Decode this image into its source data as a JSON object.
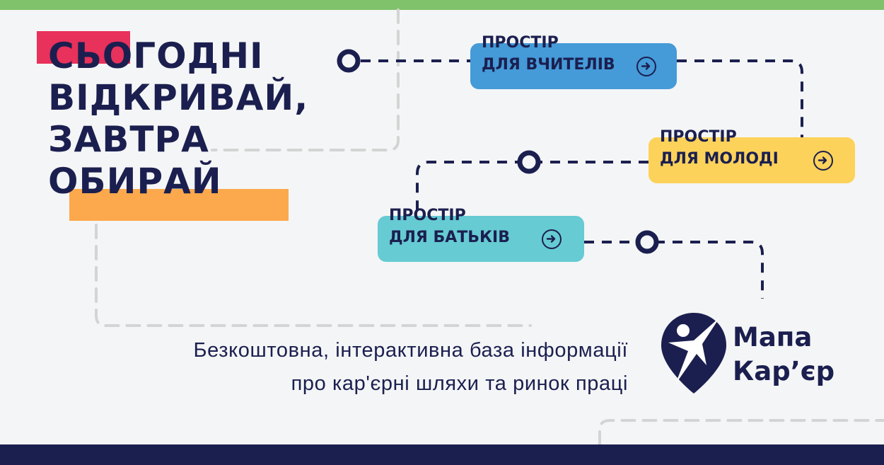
{
  "colors": {
    "background": "#f4f5f6",
    "top_bar": "#7fc26b",
    "bottom_bar": "#1b1f4f",
    "navy": "#1b1f4f",
    "accent_red": "#e8315b",
    "accent_orange": "#fba94c",
    "teachers_button": "#459ad8",
    "youth_button": "#fdd25a",
    "parents_button": "#66cbd3",
    "dashed_gray": "#d4d4d4"
  },
  "headline": {
    "lines": [
      "СЬОГОДНІ",
      "ВІДКРИВАЙ,",
      "ЗАВТРА",
      "ОБИРАЙ"
    ]
  },
  "buttons": {
    "teachers": {
      "line1": "ПРОСТІР",
      "line2": "ДЛЯ ВЧИТЕЛІВ",
      "icon": "arrow-right-circle-icon"
    },
    "youth": {
      "line1": "ПРОСТІР",
      "line2": "ДЛЯ МОЛОДІ",
      "icon": "arrow-right-circle-icon"
    },
    "parents": {
      "line1": "ПРОСТІР",
      "line2": "ДЛЯ БАТЬКІВ",
      "icon": "arrow-right-circle-icon"
    }
  },
  "tagline": {
    "line1": "Безкоштовна, інтерактивна база інформації",
    "line2": "про кар'єрні шляхи та ринок праці"
  },
  "logo": {
    "icon": "map-pin-person-icon",
    "line1": "Мапа",
    "line2": "Кар’єр"
  }
}
